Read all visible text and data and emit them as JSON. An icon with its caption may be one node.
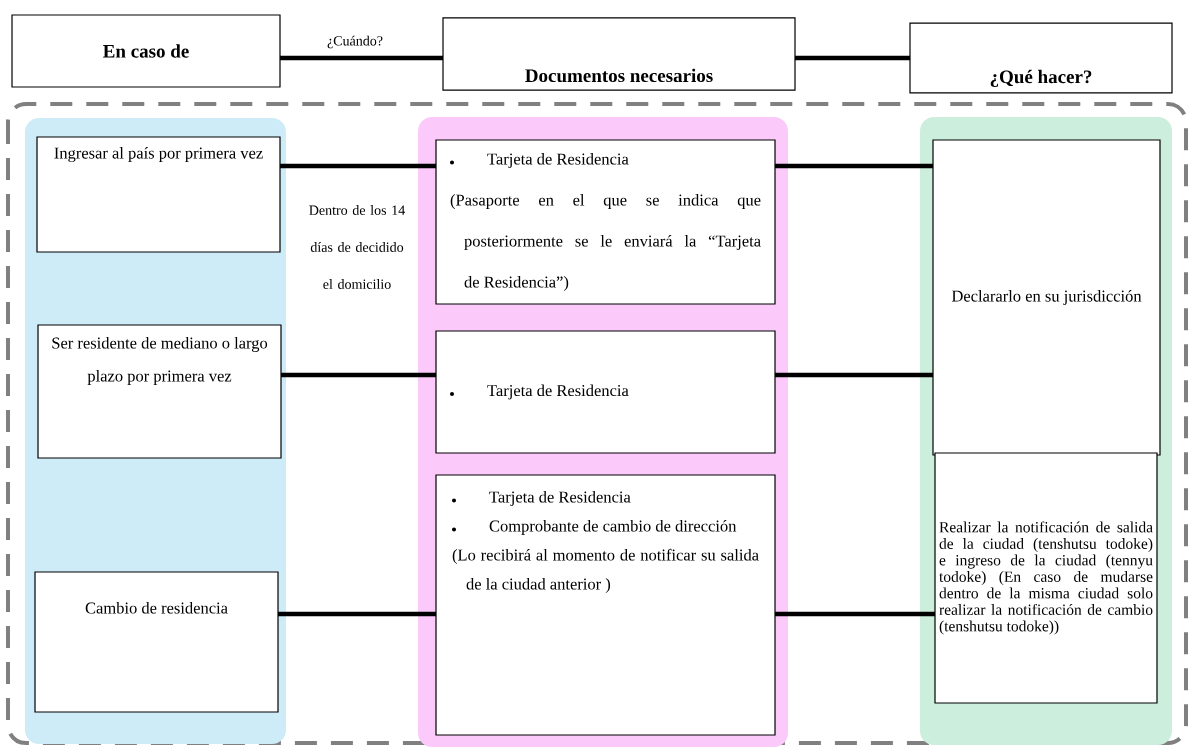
{
  "diagram": {
    "nodes": [
      {
        "text": [
          "En caso de"
        ]
      },
      {
        "text": [
          "Documentos necesarios"
        ]
      },
      {
        "text": [
          "¿Qué hacer?"
        ]
      },
      {
        "text": [
          "Ingresar al país por primera vez"
        ]
      },
      {
        "text": [
          "Ser residente de mediano o largo plazo por primera vez"
        ]
      },
      {
        "text": [
          "Cambio de residencia"
        ]
      },
      {
        "text": [
          "Tarjeta de Residencia",
          "(Pasaporte en el que se indica que posteriormente se le enviará la “Tarjeta de Residencia”)"
        ]
      },
      {
        "text": [
          "Tarjeta de Residencia"
        ]
      },
      {
        "text": [
          "Tarjeta de Residencia",
          "Comprobante de cambio de dirección",
          "(Lo recibirá al momento de notificar su salida de la ciudad anterior )"
        ]
      },
      {
        "text": [
          "Declararlo en su jurisdicción"
        ]
      },
      {
        "text": [
          "Realizar la notificación de salida de la ciudad (tenshutsu todoke) e ingreso de la ciudad (tennyu todoke) (En caso de mudarse dentro de la misma ciudad solo realizar la notificación de cambio (tenshutsu todoke))"
        ]
      }
    ],
    "edges": [
      {
        "from": 0,
        "to": 1,
        "arrow": "none",
        "label": "¿Cuándo?"
      },
      {
        "from": 1,
        "to": 2,
        "arrow": "none"
      },
      {
        "from": 3,
        "to": 6,
        "arrow": "none",
        "label": "Dentro de los 14 días de decidido el domicilio"
      },
      {
        "from": 6,
        "to": 9,
        "arrow": "none"
      },
      {
        "from": 4,
        "to": 7,
        "arrow": "none"
      },
      {
        "from": 7,
        "to": 9,
        "arrow": "none"
      },
      {
        "from": 5,
        "to": 8,
        "arrow": "none"
      },
      {
        "from": 8,
        "to": 10,
        "arrow": "none"
      }
    ]
  }
}
